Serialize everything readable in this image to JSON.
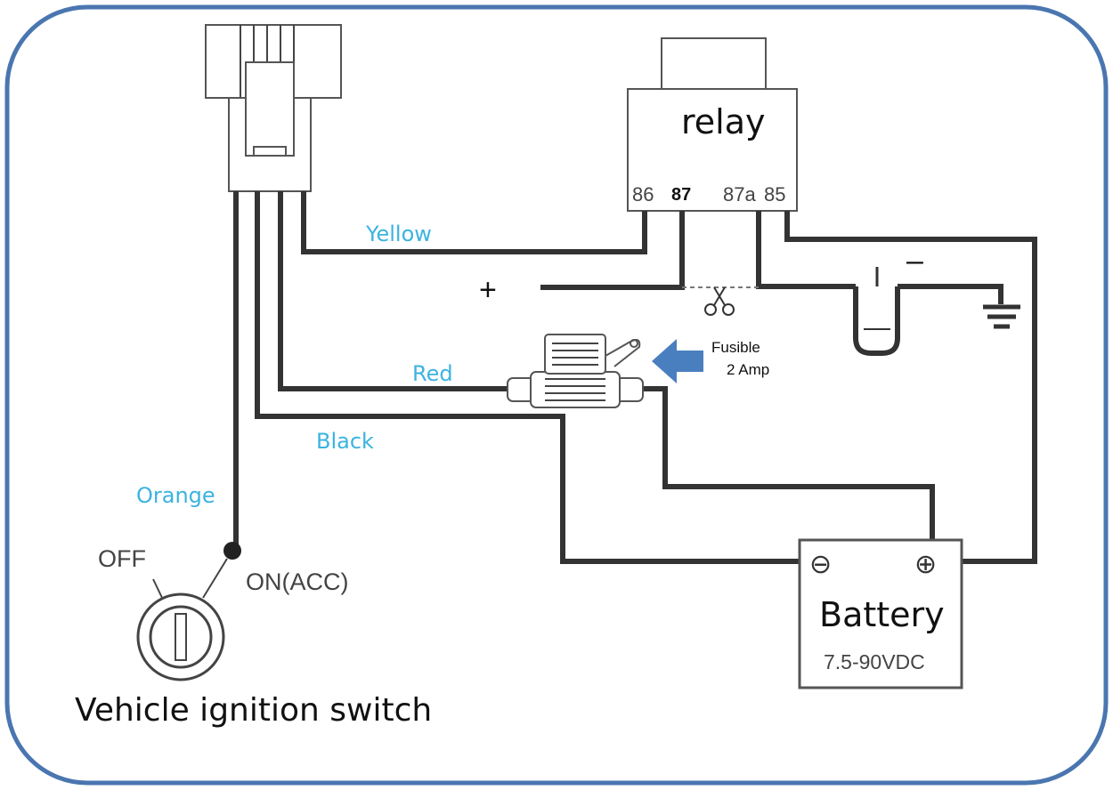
{
  "relay": {
    "title": "relay",
    "pins": [
      "86",
      "87",
      "87a",
      "85"
    ]
  },
  "wires": {
    "yellow": "Yellow",
    "red": "Red",
    "black": "Black",
    "orange": "Orange"
  },
  "polarity": {
    "plus": "+",
    "minus": "–"
  },
  "fuse": {
    "line1": "Fusible",
    "line2": "2 Amp"
  },
  "ignition": {
    "off": "OFF",
    "on": "ON(ACC)",
    "caption": "Vehicle ignition switch"
  },
  "battery": {
    "title": "Battery",
    "voltage": "7.5-90VDC",
    "neg_symbol": "⊖",
    "pos_symbol": "⊕"
  },
  "colors": {
    "frame": "#4a76b0",
    "wire_label": "#3bb3e0",
    "arrow": "#4a7fbf"
  }
}
